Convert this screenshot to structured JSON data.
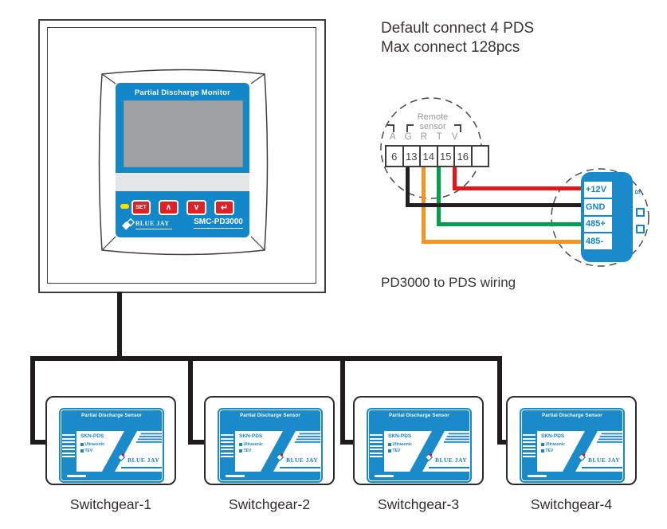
{
  "colors": {
    "brand_blue": "#1287c9",
    "sensor_blue": "#1b8aca",
    "button_red": "#e32025",
    "led_yellow": "#f5e400",
    "wire_red": "#e8121a",
    "wire_black": "#231f20",
    "wire_green": "#00a14e",
    "wire_orange": "#f7941d"
  },
  "monitor": {
    "screen_title": "Partial Discharge Monitor",
    "brand": "BLUE JAY",
    "model": "SMC-PD3000",
    "buttons": {
      "set": "SET",
      "up": "∧",
      "down": "∨",
      "enter": "↵"
    }
  },
  "notes": {
    "default_connect": "Default connect 4 PDS",
    "max_connect": "Max connect 128pcs",
    "wiring_caption": "PD3000 to PDS wiring"
  },
  "remote_terminal": {
    "group_label_line1": "Remote",
    "group_label_line2": "sensor",
    "pin_letters": [
      "A",
      "G",
      "R",
      "T",
      "V"
    ],
    "terminal_numbers": [
      "6",
      "13",
      "14",
      "15",
      "16",
      ""
    ]
  },
  "pds_connector": {
    "pins": [
      "+12V",
      "GND",
      "485+",
      "485-"
    ],
    "side_mark": "S"
  },
  "wires": [
    {
      "name": "red",
      "color": "#e8121a",
      "from_terminal": "16",
      "to_pin": "+12V"
    },
    {
      "name": "black",
      "color": "#231f20",
      "from_terminal": "13",
      "to_pin": "GND"
    },
    {
      "name": "green",
      "color": "#00a14e",
      "from_terminal": "15",
      "to_pin": "485+"
    },
    {
      "name": "orange",
      "color": "#f7941d",
      "from_terminal": "14",
      "to_pin": "485-"
    }
  ],
  "pds_sensor": {
    "title": "Partial Discharge Sensor",
    "model": "SKN-PDS",
    "features": [
      "Ultrasonic",
      "TEV"
    ],
    "brand": "BLUE JAY"
  },
  "switchgear_units": [
    {
      "label": "Switchgear-1"
    },
    {
      "label": "Switchgear-2"
    },
    {
      "label": "Switchgear-3"
    },
    {
      "label": "Switchgear-4"
    }
  ]
}
